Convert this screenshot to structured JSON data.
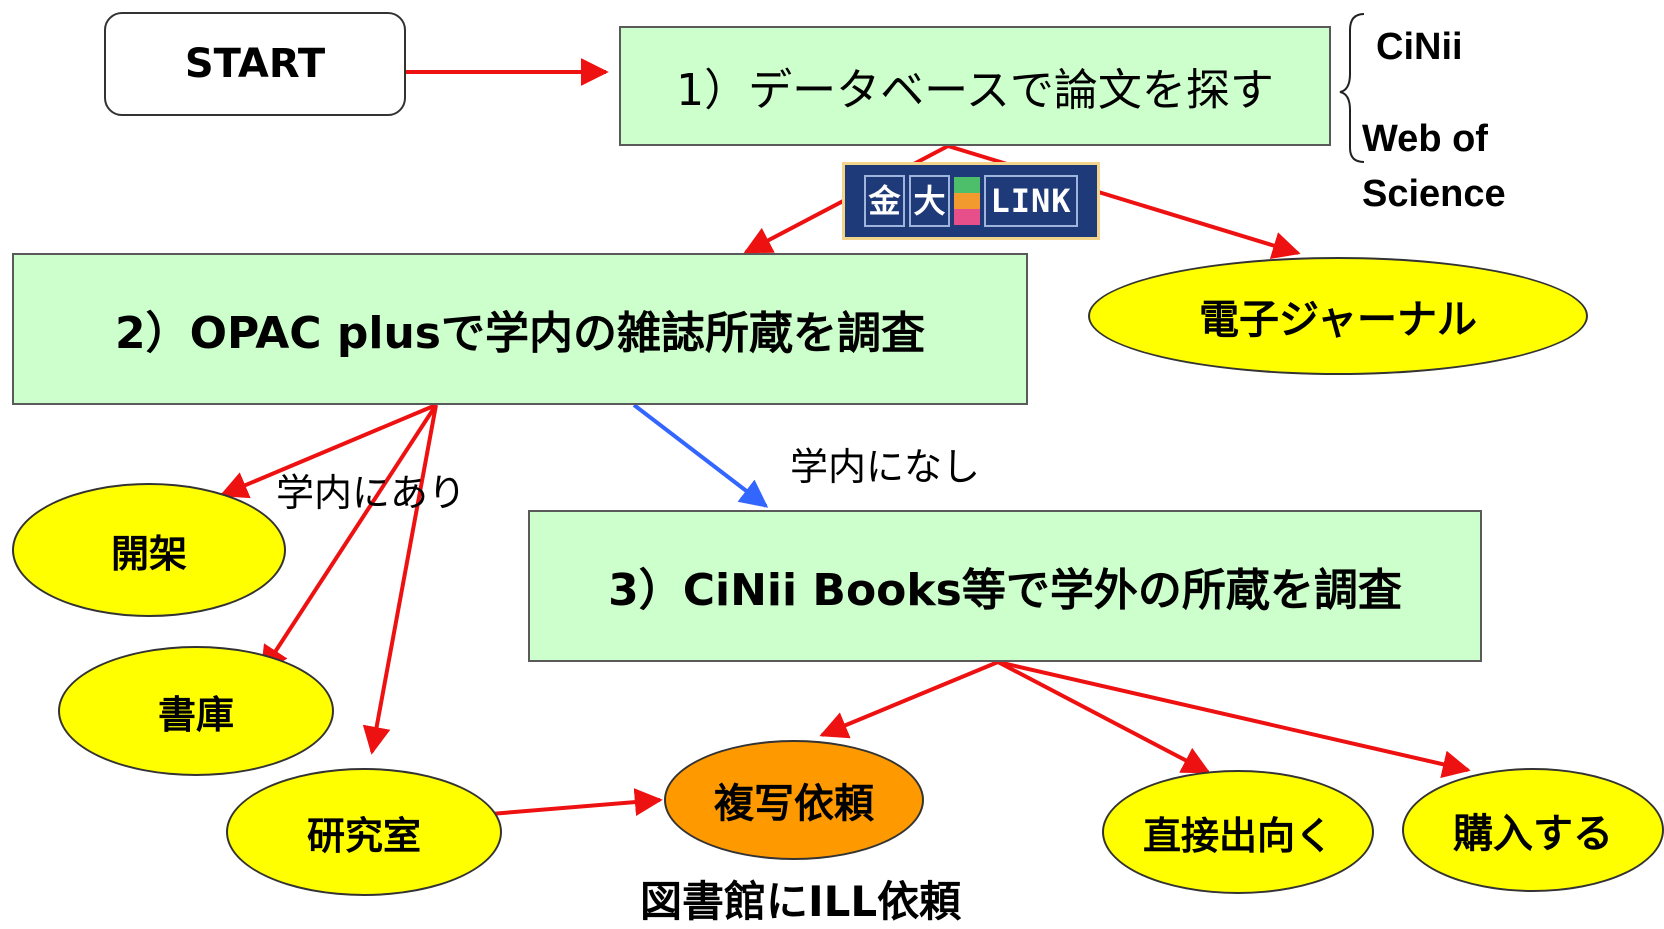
{
  "start": {
    "label": "START"
  },
  "step1": {
    "label": "1）データベースで論文を探す"
  },
  "databases": {
    "cinii": "CiNii",
    "wos_line1": "Web of",
    "wos_line2": "Science"
  },
  "link_badge": {
    "kanji1": "金",
    "kanji2": "大",
    "word": "LINK",
    "stripe_colors": [
      "#4dbf6a",
      "#f39a2f",
      "#e64f8a"
    ]
  },
  "ejournal": {
    "label": "電子ジャーナル"
  },
  "step2": {
    "label": "2）OPAC plusで学内の雑誌所蔵を調査"
  },
  "in_campus": {
    "label": "学内にあり"
  },
  "not_in_campus": {
    "label": "学内になし"
  },
  "kaika": {
    "label": "開架"
  },
  "shoko": {
    "label": "書庫"
  },
  "kenkyushitsu": {
    "label": "研究室"
  },
  "step3": {
    "label": "3）CiNii Books等で学外の所蔵を調査"
  },
  "copy_request": {
    "label": "複写依頼"
  },
  "ill_request": {
    "label": "図書館にILL依頼"
  },
  "direct_visit": {
    "label": "直接出向く"
  },
  "purchase": {
    "label": "購入する"
  },
  "colors": {
    "box_fill": "#ccffcc",
    "ellipse_fill": "#ffff00",
    "copy_fill": "#ff9900",
    "arrow_red": "#ee1111",
    "arrow_blue": "#3366ff",
    "badge_bg": "#1f3a78"
  }
}
